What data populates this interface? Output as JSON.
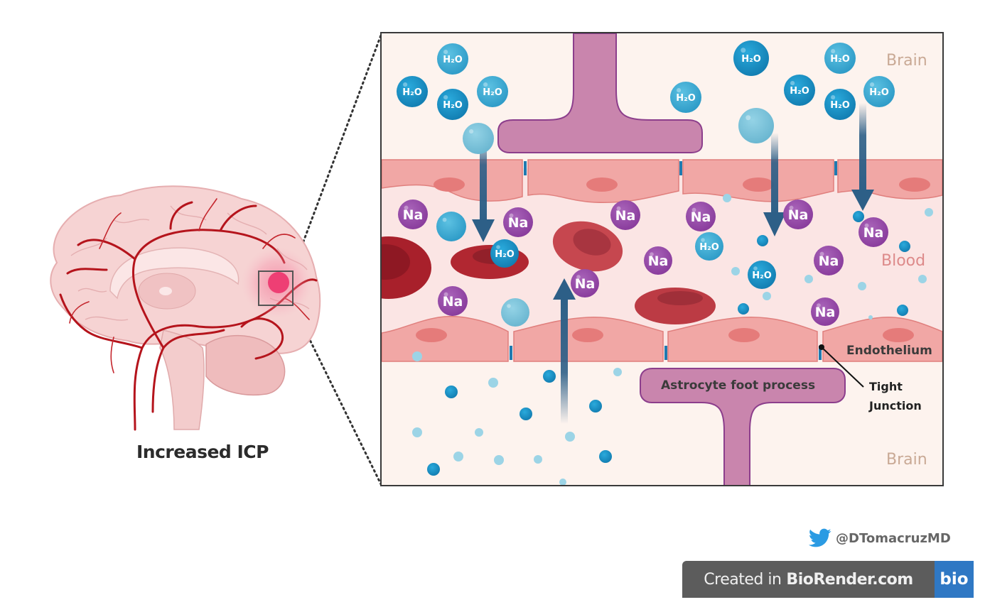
{
  "left_figure": {
    "title": "Increased ICP",
    "illustration": "sagittal-brain-with-arteries",
    "highlight": "focal-lesion-zoom-box"
  },
  "zoom_panel": {
    "region_labels": {
      "top": "Brain",
      "middle": "Blood",
      "endothelium": "Endothelium",
      "bottom": "Brain"
    },
    "annotations": {
      "astrocyte": "Astrocyte foot process",
      "tight_junction_line1": "Tight",
      "tight_junction_line2": "Junction"
    },
    "molecules": {
      "water": "H₂O",
      "sodium": "Na"
    },
    "colors": {
      "brain_bg": "#fdf3ee",
      "blood_bg": "#fbe5e4",
      "endothelium": "#f1a7a5",
      "astrocyte": "#c985ad",
      "water_dark": "#1d98cc",
      "water_light": "#8fd0e3",
      "sodium": "#9b4fad",
      "rbc": "#b8333b",
      "arrow": "#2d5f87"
    }
  },
  "credits": {
    "twitter_handle": "@DTomacruzMD",
    "created_in": "Created in",
    "brand": "BioRender.com",
    "logo": "bio"
  }
}
